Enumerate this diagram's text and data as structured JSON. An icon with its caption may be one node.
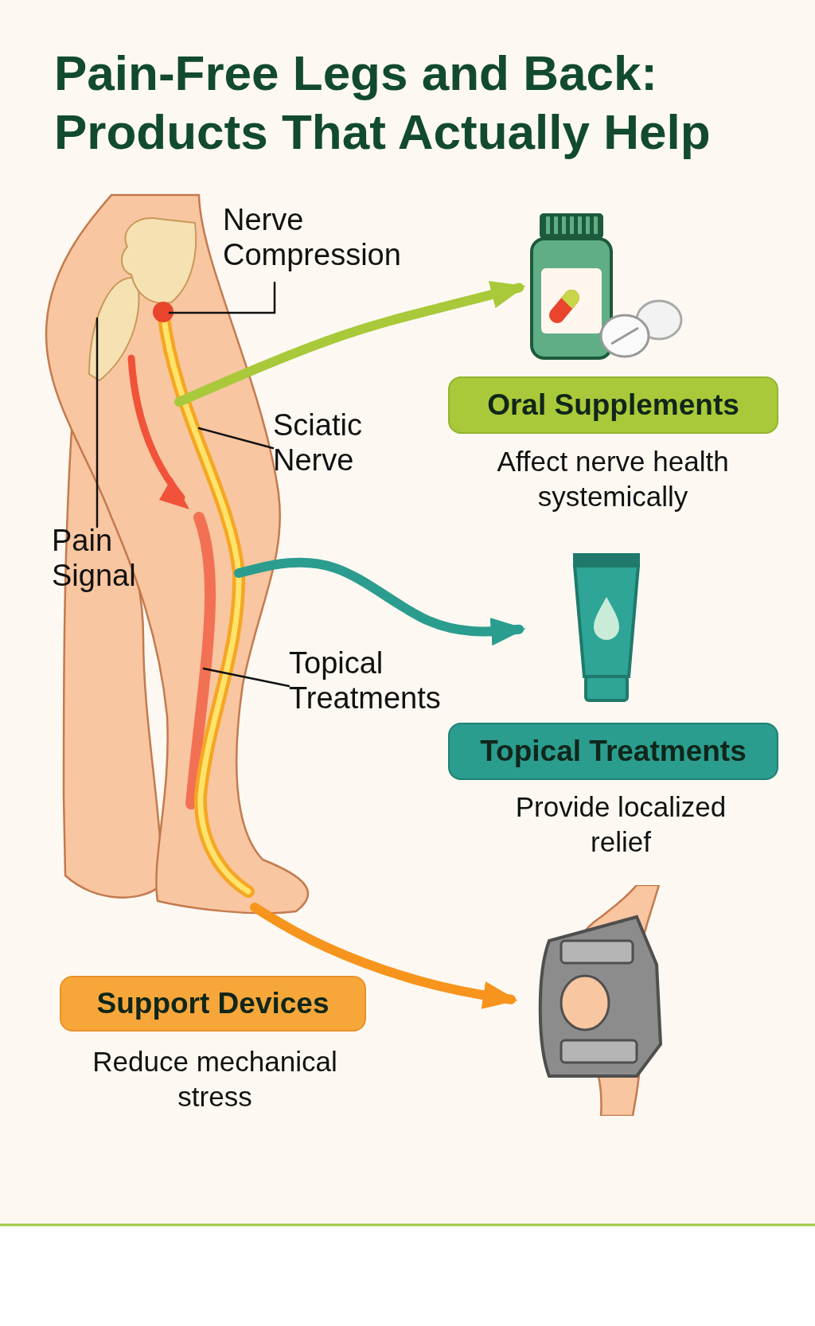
{
  "diagram": {
    "title": "Pain-Free Legs and Back: Products That Actually Help",
    "nodes": [
      {
        "text": [
          "Nerve Compression"
        ]
      },
      {
        "text": [
          "Sciatic Nerve"
        ]
      },
      {
        "text": [
          "Pain Signal"
        ]
      },
      {
        "text": [
          "Topical Treatments"
        ]
      },
      {
        "text": [
          "Oral Supplements"
        ],
        "beside": [
          "Affect nerve health systemically"
        ]
      },
      {
        "text": [
          "Topical Treatments"
        ],
        "beside": [
          "Provide localized relief"
        ]
      },
      {
        "text": [
          "Support Devices"
        ],
        "beside": [
          "Reduce mechanical stress"
        ]
      },
      {
        "text": [],
        "shape": "picture"
      },
      {
        "text": [],
        "shape": "picture"
      },
      {
        "text": [],
        "shape": "picture"
      }
    ],
    "edges": [
      {
        "from": 0,
        "to": null,
        "arrow": "none"
      },
      {
        "from": 1,
        "to": null,
        "arrow": "none"
      },
      {
        "from": 2,
        "to": null,
        "arrow": "none"
      },
      {
        "from": 3,
        "to": null,
        "arrow": "none"
      },
      {
        "from": null,
        "to": 7,
        "arrow": "to",
        "style": "thick",
        "color": "#a9c93a"
      },
      {
        "from": null,
        "to": 8,
        "arrow": "to",
        "style": "thick",
        "color": "#2b9d8f"
      },
      {
        "from": null,
        "to": 9,
        "arrow": "to",
        "style": "thick",
        "color": "#f7941d"
      }
    ]
  }
}
